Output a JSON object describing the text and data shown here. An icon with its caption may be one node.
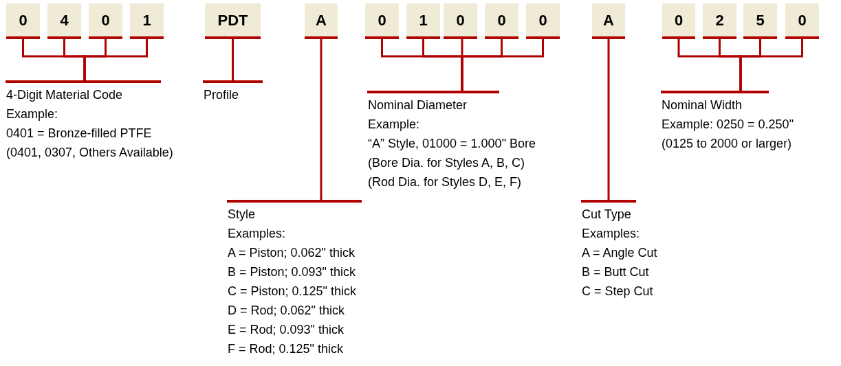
{
  "diagram": {
    "nodes": [
      {
        "text": [
          "0"
        ]
      },
      {
        "text": [
          "4"
        ]
      },
      {
        "text": [
          "0"
        ]
      },
      {
        "text": [
          "1"
        ]
      },
      {
        "text": [
          "PDT"
        ]
      },
      {
        "text": [
          "A"
        ]
      },
      {
        "text": [
          "0"
        ]
      },
      {
        "text": [
          "1"
        ]
      },
      {
        "text": [
          "0"
        ]
      },
      {
        "text": [
          "0"
        ]
      },
      {
        "text": [
          "0"
        ]
      },
      {
        "text": [
          "A"
        ]
      },
      {
        "text": [
          "0"
        ]
      },
      {
        "text": [
          "2"
        ]
      },
      {
        "text": [
          "5"
        ]
      },
      {
        "text": [
          "0"
        ]
      },
      {
        "text": [
          "4-Digit Material Code",
          "Example:",
          "0401 = Bronze-filled PTFE",
          "(0401, 0307, Others Available)"
        ]
      },
      {
        "text": [
          "Profile"
        ]
      },
      {
        "text": [
          "Nominal Diameter",
          "Example:",
          "“A” Style, 01000 = 1.000\" Bore",
          "(Bore Dia. for Styles A, B, C)",
          "(Rod Dia. for Styles D, E, F)"
        ]
      },
      {
        "text": [
          "Style",
          "Examples:",
          "A = Piston; 0.062\" thick",
          "B = Piston; 0.093\" thick",
          "C = Piston; 0.125\" thick",
          "D = Rod; 0.062\" thick",
          "E = Rod; 0.093\" thick",
          "F = Rod; 0.125\" thick"
        ]
      },
      {
        "text": [
          "Cut Type",
          "Examples:",
          "A = Angle Cut",
          "B = Butt Cut",
          "C = Step Cut"
        ]
      },
      {
        "text": [
          "Nominal Width",
          "Example: 0250 = 0.250\"",
          "(0125 to 2000 or larger)"
        ]
      }
    ],
    "edges": [
      {
        "from": 0,
        "to": 16,
        "arrow": "none"
      },
      {
        "from": 1,
        "to": 16,
        "arrow": "none"
      },
      {
        "from": 2,
        "to": 16,
        "arrow": "none"
      },
      {
        "from": 3,
        "to": 16,
        "arrow": "none"
      },
      {
        "from": 4,
        "to": 17,
        "arrow": "none"
      },
      {
        "from": 5,
        "to": 19,
        "arrow": "none"
      },
      {
        "from": 6,
        "to": 18,
        "arrow": "none"
      },
      {
        "from": 7,
        "to": 18,
        "arrow": "none"
      },
      {
        "from": 8,
        "to": 18,
        "arrow": "none"
      },
      {
        "from": 9,
        "to": 18,
        "arrow": "none"
      },
      {
        "from": 10,
        "to": 18,
        "arrow": "none"
      },
      {
        "from": 11,
        "to": 20,
        "arrow": "none"
      },
      {
        "from": 12,
        "to": 21,
        "arrow": "none"
      },
      {
        "from": 13,
        "to": 21,
        "arrow": "none"
      },
      {
        "from": 14,
        "to": 21,
        "arrow": "none"
      },
      {
        "from": 15,
        "to": 21,
        "arrow": "none"
      }
    ]
  }
}
